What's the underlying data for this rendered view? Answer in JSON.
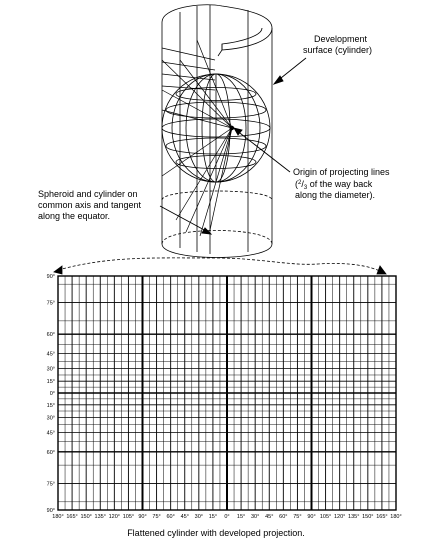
{
  "labels": {
    "development_line1": "Development",
    "development_line2": "surface (cylinder)",
    "origin_line1": "Origin of projecting lines",
    "origin_line2_prefix": "(",
    "origin_line2_fraction_num": "2",
    "origin_line2_fraction_den": "3",
    "origin_line2_suffix": " of the way back",
    "origin_line3": "along the diameter).",
    "spheroid_line1": "Spheroid and cylinder on",
    "spheroid_line2": "common axis and tangent",
    "spheroid_line3": "along the equator.",
    "caption": "Flattened cylinder with developed projection."
  },
  "lat_labels": [
    "90°",
    "75°",
    "60°",
    "45°",
    "30°",
    "15°",
    "0°",
    "15°",
    "30°",
    "45°",
    "60°",
    "75°",
    "90°"
  ],
  "lon_labels": [
    "180°",
    "165°",
    "150°",
    "135°",
    "120°",
    "105°",
    "90°",
    "75°",
    "60°",
    "45°",
    "30°",
    "15°",
    "0°",
    "15°",
    "30°",
    "45°",
    "60°",
    "75°",
    "90°",
    "105°",
    "120°",
    "135°",
    "150°",
    "165°",
    "180°"
  ],
  "grid": {
    "latitudes": [
      90,
      75,
      60,
      45,
      30,
      15,
      0,
      -15,
      -30,
      -45,
      -60,
      -75,
      -90
    ],
    "longitudes_count": 24,
    "minor_per_major": 2
  }
}
